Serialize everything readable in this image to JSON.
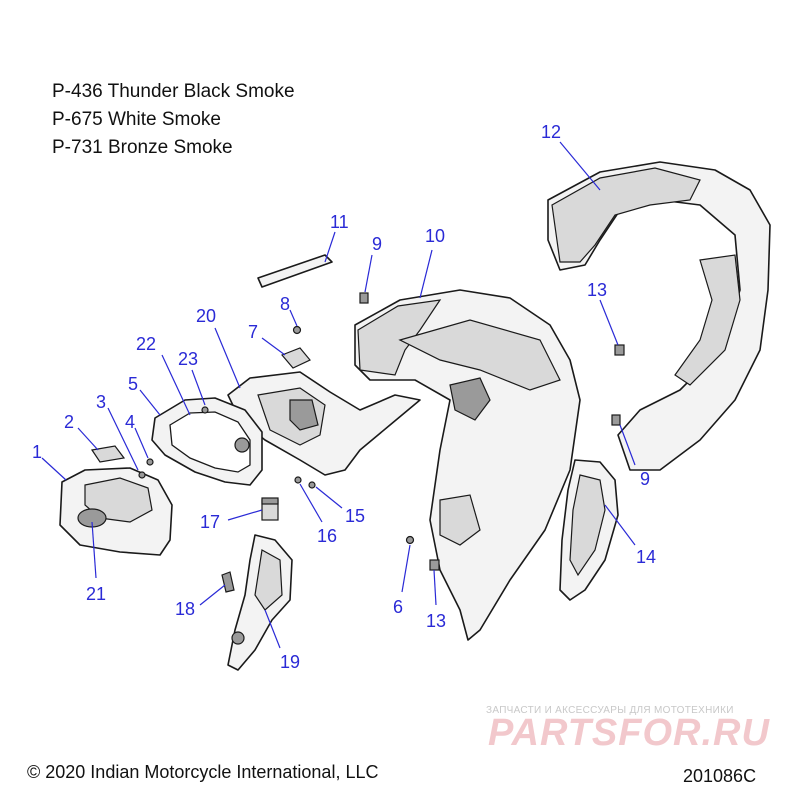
{
  "legend": [
    "P-436 Thunder Black Smoke",
    "P-675 White Smoke",
    "P-731 Bronze Smoke"
  ],
  "callouts": [
    {
      "id": "c1",
      "label": "1"
    },
    {
      "id": "c2",
      "label": "2"
    },
    {
      "id": "c3",
      "label": "3"
    },
    {
      "id": "c4",
      "label": "4"
    },
    {
      "id": "c5",
      "label": "5"
    },
    {
      "id": "c6",
      "label": "6"
    },
    {
      "id": "c7",
      "label": "7"
    },
    {
      "id": "c8",
      "label": "8"
    },
    {
      "id": "c9a",
      "label": "9"
    },
    {
      "id": "c9b",
      "label": "9"
    },
    {
      "id": "c10",
      "label": "10"
    },
    {
      "id": "c11",
      "label": "11"
    },
    {
      "id": "c12",
      "label": "12"
    },
    {
      "id": "c13a",
      "label": "13"
    },
    {
      "id": "c13b",
      "label": "13"
    },
    {
      "id": "c14",
      "label": "14"
    },
    {
      "id": "c15",
      "label": "15"
    },
    {
      "id": "c16",
      "label": "16"
    },
    {
      "id": "c17",
      "label": "17"
    },
    {
      "id": "c18",
      "label": "18"
    },
    {
      "id": "c19",
      "label": "19"
    },
    {
      "id": "c20",
      "label": "20"
    },
    {
      "id": "c21",
      "label": "21"
    },
    {
      "id": "c22",
      "label": "22"
    },
    {
      "id": "c23",
      "label": "23"
    }
  ],
  "footer": {
    "copyright": "© 2020 Indian Motorcycle International, LLC",
    "diagram_code": "201086C"
  },
  "watermark": {
    "tagline": "ЗАПЧАСТИ И АКСЕССУАРЫ ДЛЯ МОТОТЕХНИКИ",
    "brand": "PARTSFOR.RU"
  },
  "colors": {
    "callout": "#2a2ad6",
    "line": "#1a1a1a",
    "watermark_brand": "#f2c8cc"
  }
}
